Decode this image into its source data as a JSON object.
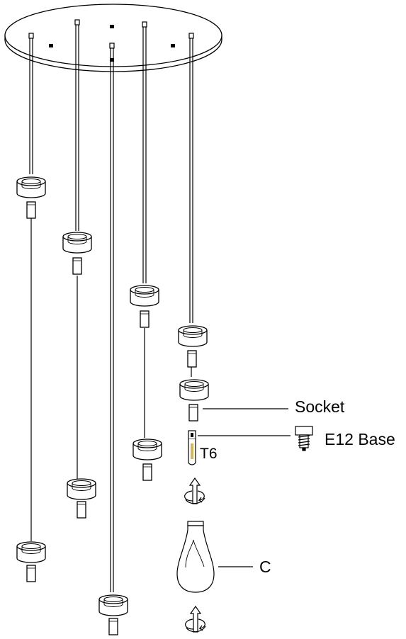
{
  "labels": {
    "socket": "Socket",
    "e12_base": "E12 Base",
    "t6": "T6",
    "c": "C"
  },
  "colors": {
    "stroke": "#000000",
    "fill": "#ffffff",
    "bulb_filament": "#c8960a"
  },
  "icons": [
    "canopy-icon",
    "pendant-icon",
    "socket-icon",
    "e12-base-icon",
    "t6-bulb-icon",
    "rotate-arrow-icon",
    "c-bulb-icon"
  ]
}
